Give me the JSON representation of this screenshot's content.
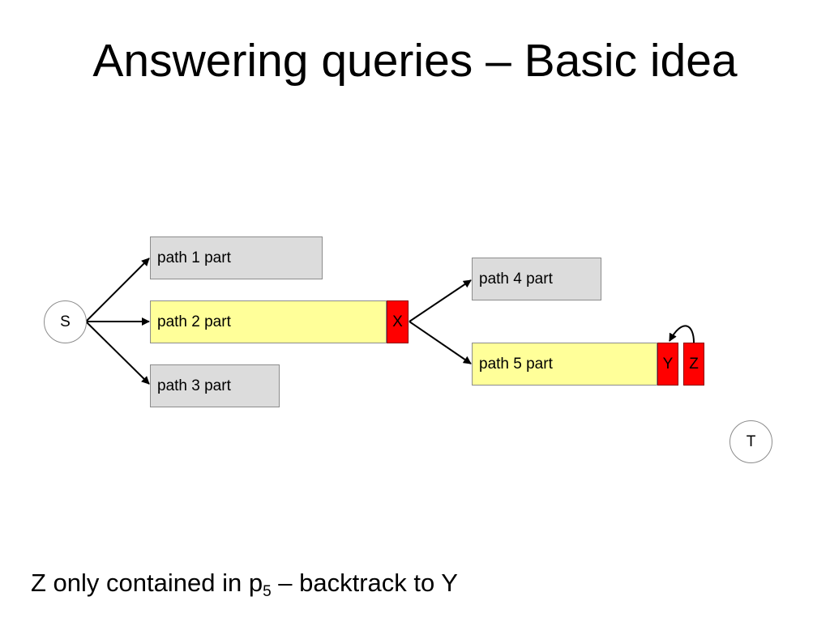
{
  "slide": {
    "title": "Answering queries – Basic idea"
  },
  "diagram": {
    "start_node": "S",
    "end_node": "T",
    "boxes": {
      "path1": "path 1 part",
      "path2": "path 2 part",
      "path3": "path 3 part",
      "path4": "path 4 part",
      "path5": "path 5 part"
    },
    "markers": {
      "x": "X",
      "y": "Y",
      "z": "Z"
    },
    "colors": {
      "gray_box": "#dcdcdc",
      "yellow_box": "#ffff99",
      "marker_red": "#ff0000"
    }
  },
  "caption": {
    "before": "Z only contained in p",
    "subscript": "5",
    "after": " – backtrack to Y"
  }
}
